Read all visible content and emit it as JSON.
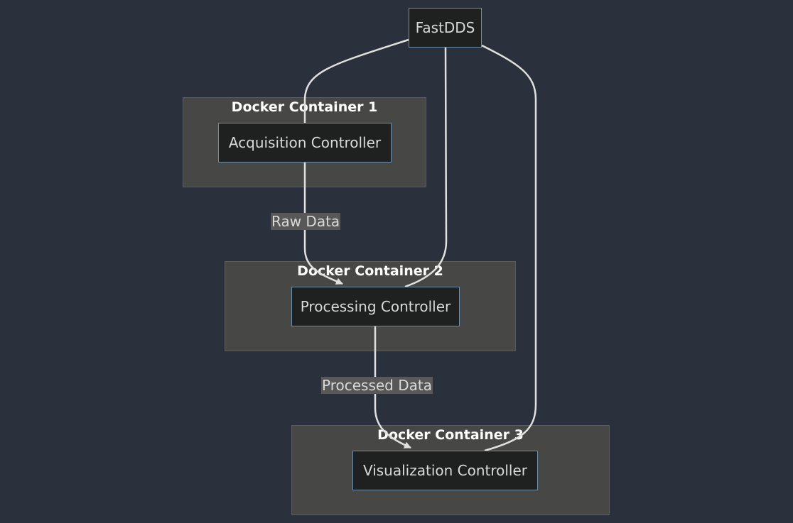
{
  "nodes": {
    "fastdds": "FastDDS",
    "acquisition": "Acquisition Controller",
    "processing": "Processing Controller",
    "visualization": "Visualization Controller"
  },
  "clusters": {
    "container1": "Docker Container 1",
    "container2": "Docker Container 2",
    "container3": "Docker Container 3"
  },
  "edges": {
    "raw_data": "Raw Data",
    "processed_data": "Processed Data"
  },
  "colors": {
    "background": "#2a303c",
    "cluster_fill": "#474746",
    "node_fill": "#1f2020",
    "node_border": "#6f8fa8",
    "edge_stroke": "#e0e0e0",
    "edge_label_fill": "#585858"
  }
}
